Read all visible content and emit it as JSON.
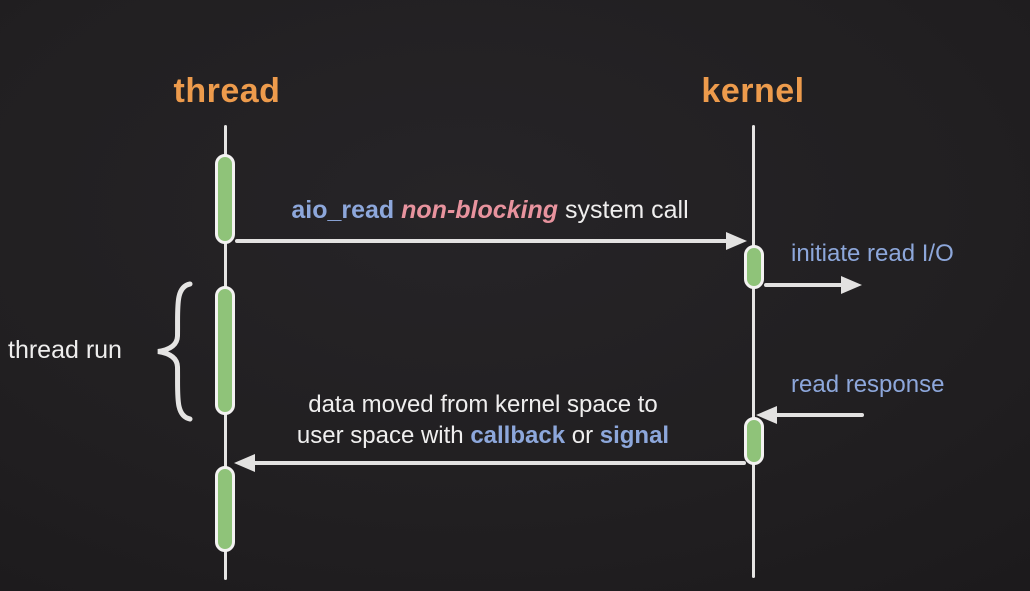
{
  "diagram": {
    "kind": "sequence-diagram",
    "lifelines": [
      {
        "label": "thread"
      },
      {
        "label": "kernel"
      }
    ],
    "messages": {
      "syscall": {
        "func": "aio_read",
        "mode": " non-blocking",
        "rest": " system call"
      },
      "initiate": "initiate read I/O",
      "read_response": "read response",
      "return_line1": "data moved from kernel space to",
      "return_line2_pre": "user space with ",
      "return_callback": "callback",
      "return_or": " or ",
      "return_signal": "signal"
    },
    "annotations": {
      "thread_run": "thread run"
    },
    "colors": {
      "background": "#211f21",
      "lifeline_title": "#ed9b4c",
      "activation_fill": "#8fc379",
      "activation_border": "#f3f2f1",
      "arrow": "#e3e2e1",
      "text_primary": "#efeeee",
      "text_blue": "#8da7db",
      "text_pink": "#e8939e"
    }
  }
}
